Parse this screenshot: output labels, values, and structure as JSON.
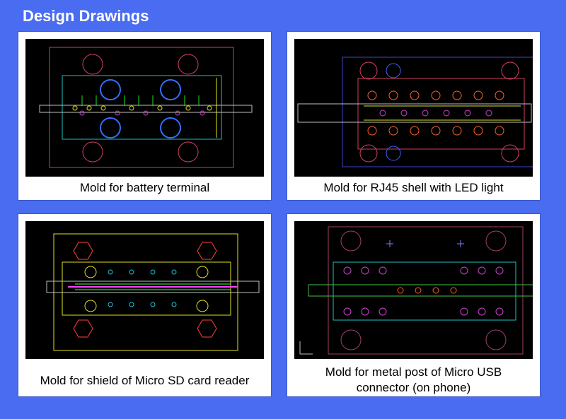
{
  "header": {
    "title": "Design Drawings"
  },
  "cards": [
    {
      "caption": "Mold for battery terminal"
    },
    {
      "caption": "Mold for RJ45 shell with LED light"
    },
    {
      "caption": "Mold for shield of Micro SD card reader"
    },
    {
      "caption_lines": [
        "Mold for metal post of Micro USB",
        "connector (on phone)"
      ]
    }
  ],
  "colors": {
    "page_background": "#4a6cf0",
    "card_background": "#ffffff",
    "drawing_background": "#000000"
  }
}
